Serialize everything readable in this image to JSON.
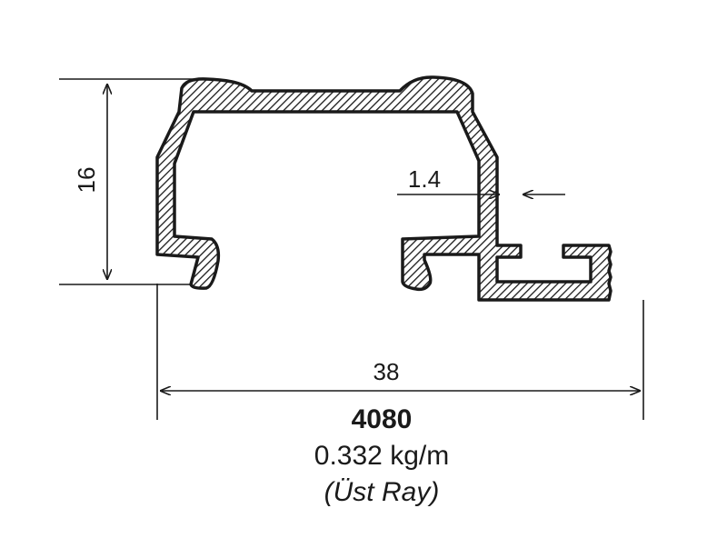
{
  "profile": {
    "code": "4080",
    "weight": "0.332 kg/m",
    "note": "(Üst Ray)"
  },
  "dimensions": {
    "height": "16",
    "width": "38",
    "wall_thickness": "1.4"
  },
  "colors": {
    "line": "#1a1a1a",
    "background": "#ffffff"
  }
}
